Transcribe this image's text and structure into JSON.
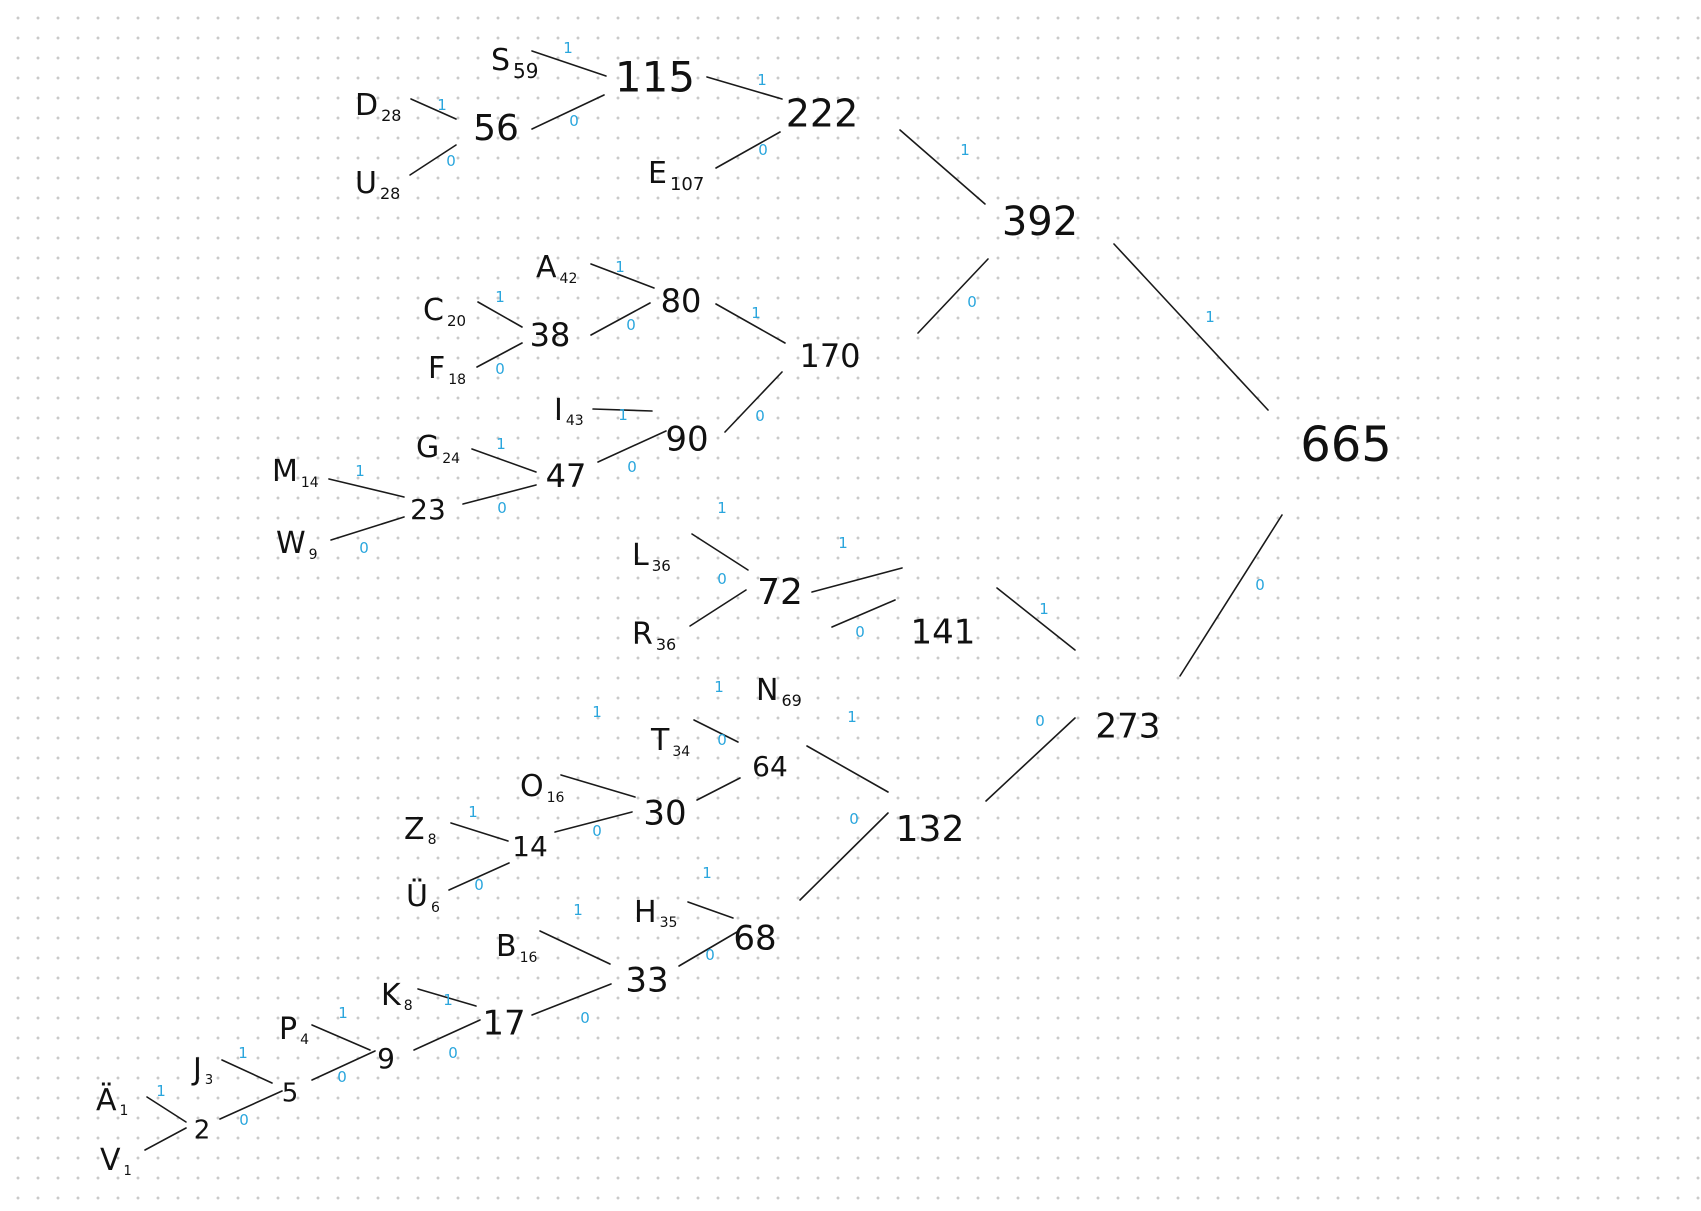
{
  "tree": {
    "root": "665",
    "nodes": [
      {
        "id": "n665",
        "value": "665"
      },
      {
        "id": "n392",
        "value": "392"
      },
      {
        "id": "n273",
        "value": "273"
      },
      {
        "id": "n222",
        "value": "222"
      },
      {
        "id": "n170",
        "value": "170"
      },
      {
        "id": "n141",
        "value": "141"
      },
      {
        "id": "n132",
        "value": "132"
      },
      {
        "id": "n115",
        "value": "115"
      },
      {
        "id": "n90",
        "value": "90"
      },
      {
        "id": "n80",
        "value": "80"
      },
      {
        "id": "n72",
        "value": "72"
      },
      {
        "id": "n68",
        "value": "68"
      },
      {
        "id": "n64",
        "value": "64"
      },
      {
        "id": "n56",
        "value": "56"
      },
      {
        "id": "n47",
        "value": "47"
      },
      {
        "id": "n38",
        "value": "38"
      },
      {
        "id": "n33",
        "value": "33"
      },
      {
        "id": "n30",
        "value": "30"
      },
      {
        "id": "n23",
        "value": "23"
      },
      {
        "id": "n17",
        "value": "17"
      },
      {
        "id": "n14",
        "value": "14"
      },
      {
        "id": "n9",
        "value": "9"
      },
      {
        "id": "n5",
        "value": "5"
      },
      {
        "id": "n2",
        "value": "2"
      }
    ],
    "leaves": [
      {
        "id": "S",
        "letter": "S",
        "count": "59"
      },
      {
        "id": "D",
        "letter": "D",
        "count": "28"
      },
      {
        "id": "U",
        "letter": "U",
        "count": "28"
      },
      {
        "id": "E",
        "letter": "E",
        "count": "107"
      },
      {
        "id": "A",
        "letter": "A",
        "count": "42"
      },
      {
        "id": "C",
        "letter": "C",
        "count": "20"
      },
      {
        "id": "F",
        "letter": "F",
        "count": "18"
      },
      {
        "id": "I",
        "letter": "I",
        "count": "43"
      },
      {
        "id": "G",
        "letter": "G",
        "count": "24"
      },
      {
        "id": "M",
        "letter": "M",
        "count": "14"
      },
      {
        "id": "W",
        "letter": "W",
        "count": "9"
      },
      {
        "id": "L",
        "letter": "L",
        "count": "36"
      },
      {
        "id": "R",
        "letter": "R",
        "count": "36"
      },
      {
        "id": "N",
        "letter": "N",
        "count": "69"
      },
      {
        "id": "T",
        "letter": "T",
        "count": "34"
      },
      {
        "id": "O",
        "letter": "O",
        "count": "16"
      },
      {
        "id": "Z",
        "letter": "Z",
        "count": "8"
      },
      {
        "id": "UE",
        "letter": "Ü",
        "count": "6"
      },
      {
        "id": "H",
        "letter": "H",
        "count": "35"
      },
      {
        "id": "B",
        "letter": "B",
        "count": "16"
      },
      {
        "id": "K",
        "letter": "K",
        "count": "8"
      },
      {
        "id": "P",
        "letter": "P",
        "count": "4"
      },
      {
        "id": "J",
        "letter": "J",
        "count": "3"
      },
      {
        "id": "AE",
        "letter": "Ä",
        "count": "1"
      },
      {
        "id": "V",
        "letter": "V",
        "count": "1"
      }
    ],
    "edges": [
      {
        "from": "n392",
        "to": "n665",
        "bit": "1"
      },
      {
        "from": "n273",
        "to": "n665",
        "bit": "0"
      },
      {
        "from": "n222",
        "to": "n392",
        "bit": "1"
      },
      {
        "from": "n170",
        "to": "n392",
        "bit": "0"
      },
      {
        "from": "n115",
        "to": "n222",
        "bit": "1"
      },
      {
        "from": "E",
        "to": "n222",
        "bit": "0"
      },
      {
        "from": "S",
        "to": "n115",
        "bit": "1"
      },
      {
        "from": "n56",
        "to": "n115",
        "bit": "0"
      },
      {
        "from": "D",
        "to": "n56",
        "bit": "1"
      },
      {
        "from": "U",
        "to": "n56",
        "bit": "0"
      },
      {
        "from": "n80",
        "to": "n170",
        "bit": "1"
      },
      {
        "from": "n90",
        "to": "n170",
        "bit": "0"
      },
      {
        "from": "A",
        "to": "n80",
        "bit": "1"
      },
      {
        "from": "n38",
        "to": "n80",
        "bit": "0"
      },
      {
        "from": "C",
        "to": "n38",
        "bit": "1"
      },
      {
        "from": "F",
        "to": "n38",
        "bit": "0"
      },
      {
        "from": "I",
        "to": "n90",
        "bit": "1"
      },
      {
        "from": "n47",
        "to": "n90",
        "bit": "0"
      },
      {
        "from": "G",
        "to": "n47",
        "bit": "1"
      },
      {
        "from": "n23",
        "to": "n47",
        "bit": "0"
      },
      {
        "from": "M",
        "to": "n23",
        "bit": "1"
      },
      {
        "from": "W",
        "to": "n23",
        "bit": "0"
      },
      {
        "from": "n141",
        "to": "n273",
        "bit": "1"
      },
      {
        "from": "n132",
        "to": "n273",
        "bit": "0"
      },
      {
        "from": "n72",
        "to": "n141",
        "bit": "1"
      },
      {
        "from": "N",
        "to": "n141",
        "bit": "0"
      },
      {
        "from": "L",
        "to": "n72",
        "bit": "1"
      },
      {
        "from": "R",
        "to": "n72",
        "bit": "0"
      },
      {
        "from": "n64",
        "to": "n132",
        "bit": "1"
      },
      {
        "from": "n68",
        "to": "n132",
        "bit": "0"
      },
      {
        "from": "T",
        "to": "n64",
        "bit": "1"
      },
      {
        "from": "n30",
        "to": "n64",
        "bit": "0"
      },
      {
        "from": "O",
        "to": "n30",
        "bit": "1"
      },
      {
        "from": "n14",
        "to": "n30",
        "bit": "0"
      },
      {
        "from": "Z",
        "to": "n14",
        "bit": "1"
      },
      {
        "from": "UE",
        "to": "n14",
        "bit": "0"
      },
      {
        "from": "H",
        "to": "n68",
        "bit": "1"
      },
      {
        "from": "n33",
        "to": "n68",
        "bit": "0"
      },
      {
        "from": "B",
        "to": "n33",
        "bit": "1"
      },
      {
        "from": "n17",
        "to": "n33",
        "bit": "0"
      },
      {
        "from": "K",
        "to": "n17",
        "bit": "1"
      },
      {
        "from": "n9",
        "to": "n17",
        "bit": "0"
      },
      {
        "from": "P",
        "to": "n9",
        "bit": "1"
      },
      {
        "from": "n5",
        "to": "n9",
        "bit": "0"
      },
      {
        "from": "J",
        "to": "n5",
        "bit": "1"
      },
      {
        "from": "n2",
        "to": "n5",
        "bit": "0"
      },
      {
        "from": "AE",
        "to": "n2",
        "bit": "1"
      },
      {
        "from": "V",
        "to": "n2",
        "bit": "0"
      }
    ]
  }
}
